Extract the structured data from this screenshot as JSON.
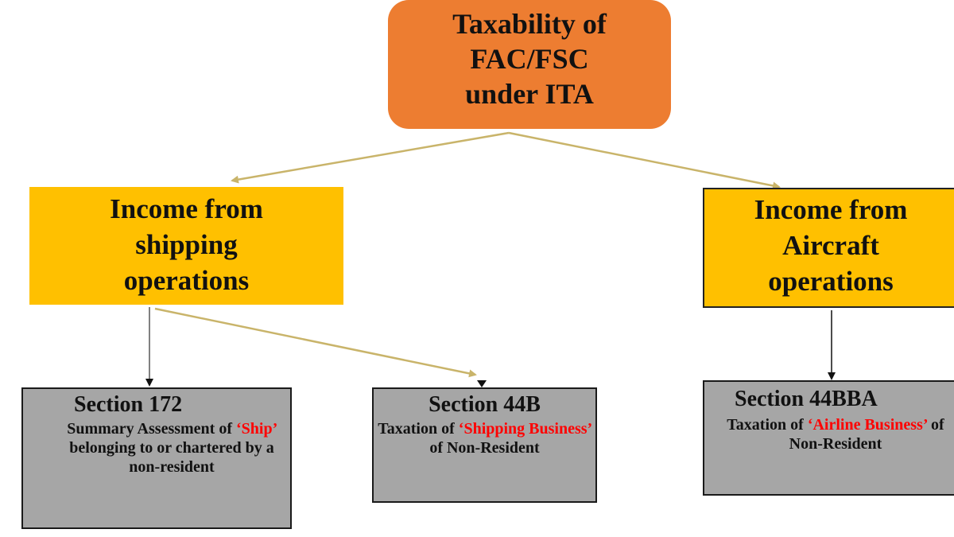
{
  "diagram": {
    "root": {
      "lines": [
        "Taxability of",
        "FAC/FSC",
        "under ITA"
      ]
    },
    "branches": [
      {
        "lines": [
          "Income from",
          "shipping",
          "operations"
        ]
      },
      {
        "lines": [
          "Income from",
          "Aircraft",
          "operations"
        ]
      }
    ],
    "leaves": [
      {
        "title": "Section 172",
        "desc_pre": "Summary Assessment of",
        "desc_highlight": "‘Ship’",
        "desc_post": "belonging to or chartered by a non-resident"
      },
      {
        "title": "Section 44B",
        "desc_pre": "Taxation of",
        "desc_highlight": "‘Shipping Business’",
        "desc_post": "of Non-Resident"
      },
      {
        "title": "Section 44BBA",
        "desc_pre": "Taxation of",
        "desc_highlight": "‘Airline Business’",
        "desc_post": "of Non-Resident"
      }
    ],
    "colors": {
      "root_fill": "#ED7D31",
      "branch_fill": "#FFC000",
      "leaf_fill": "#A6A6A6",
      "highlight_text": "#FF0000",
      "gold_connector": "#C9B46A"
    }
  }
}
